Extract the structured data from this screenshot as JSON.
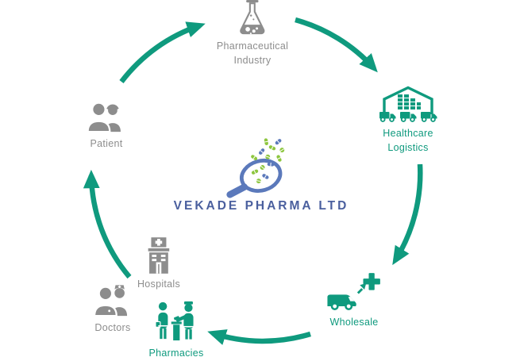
{
  "logo": {
    "title": "VEKADE PHARMA LTD"
  },
  "nodes": {
    "industry": {
      "lines": [
        "Pharmaceutical",
        "Industry"
      ]
    },
    "logistics": {
      "lines": [
        "Healthcare",
        "Logistics"
      ]
    },
    "wholesale": {
      "lines": [
        "Wholesale"
      ]
    },
    "pharmacies": {
      "lines": [
        "Pharmacies"
      ]
    },
    "doctors": {
      "lines": [
        "Doctors"
      ]
    },
    "hospitals": {
      "lines": [
        "Hospitals"
      ]
    },
    "patient": {
      "lines": [
        "Patient"
      ]
    }
  },
  "colors": {
    "teal": "#0F9A7E",
    "gray": "#8D8D8D",
    "logo_blue": "#4A5F9E",
    "magnifier_blue": "#5B79BB",
    "pill_green": "#8DC63F",
    "pill_blue": "#5B79BB"
  }
}
